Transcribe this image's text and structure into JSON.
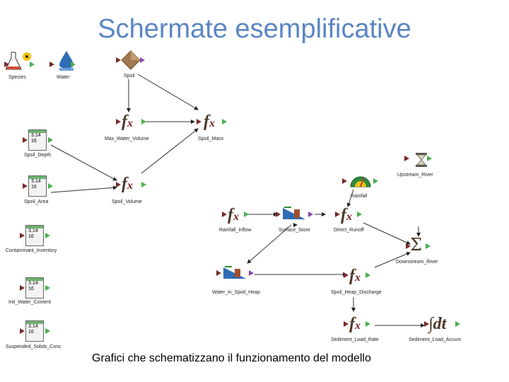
{
  "title": "Schermate esemplificative",
  "caption": "Grafici che schematizzano il funzionamento del modello",
  "nodes": {
    "species": "Species",
    "water": "Water",
    "spoil": "Spoil",
    "max_water_volume": "Max_Water_Volume",
    "spoil_mass": "Spoil_Mass",
    "spoil_depth": "Spoil_Depth",
    "spoil_area": "Spoil_Area",
    "spoil_volume": "Spoil_Volume",
    "contaminant_inventory": "Contaminant_Inventory",
    "init_water_content": "Init_Water_Content",
    "suspended_solids_conc": "Suspended_Solids_Conc",
    "rainfall": "Rainfall",
    "upstream_river": "Upstream_River",
    "rainfall_inflow": "Rainfall_Inflow",
    "surface_store": "Surface_Store",
    "direct_runoff": "Direct_Runoff",
    "downstream_river": "Downstream_River",
    "water_in_spoil_heap": "Water_in_Spoil_Heap",
    "spoil_heap_discharge": "Spoil_Heap_Discharge",
    "sediment_load_rate": "Sediment_Load_Rate",
    "sediment_load_accum": "Sediment_Load_Accum"
  },
  "data_value": "3.14",
  "data_value2": "16",
  "symbols": {
    "fx": "f",
    "fx_sub": "x",
    "sum": "Σ",
    "integral": "∫dt"
  }
}
